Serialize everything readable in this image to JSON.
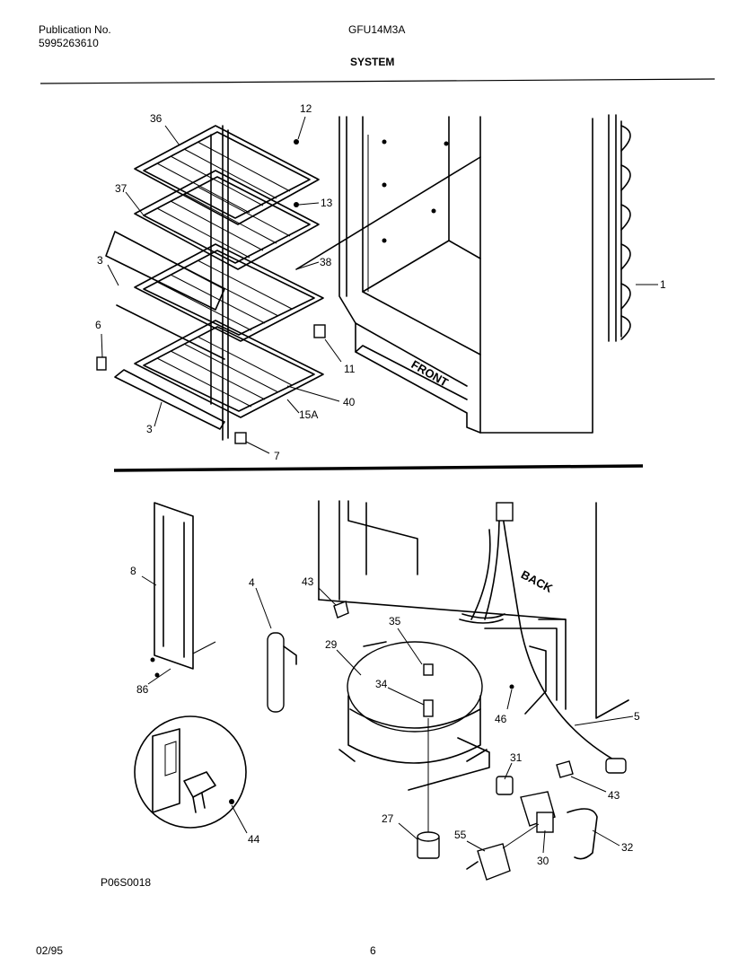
{
  "header": {
    "publication_label": "Publication No.",
    "publication_number": "5995263610",
    "model": "GFU14M3A",
    "section": "SYSTEM"
  },
  "diagram_labels": {
    "front": "FRONT",
    "back": "BACK",
    "figure_code": "P06S0018"
  },
  "callouts": [
    "36",
    "12",
    "37",
    "13",
    "38",
    "3",
    "1",
    "6",
    "11",
    "40",
    "15A",
    "3",
    "7",
    "8",
    "4",
    "43",
    "35",
    "29",
    "34",
    "86",
    "46",
    "5",
    "31",
    "43",
    "27",
    "55",
    "30",
    "32",
    "44"
  ],
  "footer": {
    "date": "02/95",
    "page": "6"
  }
}
